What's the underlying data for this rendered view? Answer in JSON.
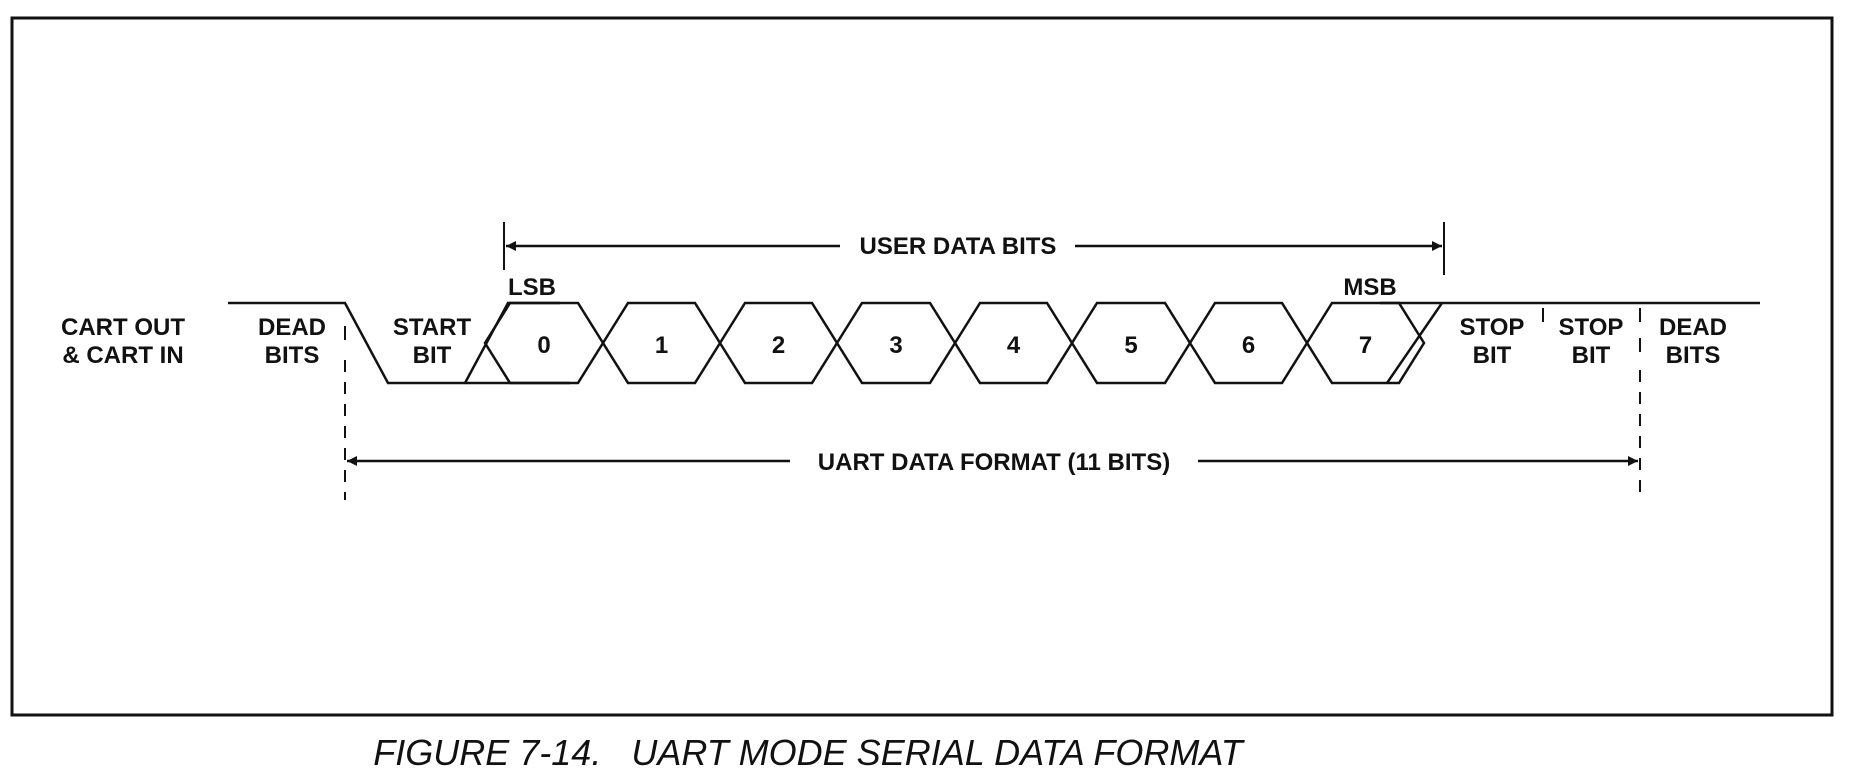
{
  "signal_label_line1": "CART OUT",
  "signal_label_line2": "& CART IN",
  "dead_bits_left": [
    "DEAD",
    "BITS"
  ],
  "start_bit": [
    "START",
    "BIT"
  ],
  "lsb": "LSB",
  "msb": "MSB",
  "data_bits": [
    "0",
    "1",
    "2",
    "3",
    "4",
    "5",
    "6",
    "7"
  ],
  "stop_bit_1": [
    "STOP",
    "BIT"
  ],
  "stop_bit_2": [
    "STOP",
    "BIT"
  ],
  "dead_bits_right": [
    "DEAD",
    "BITS"
  ],
  "user_data_bits": "USER DATA BITS",
  "uart_data_format": "UART DATA FORMAT (11 BITS)",
  "caption": "FIGURE 7-14.   UART MODE SERIAL DATA FORMAT"
}
